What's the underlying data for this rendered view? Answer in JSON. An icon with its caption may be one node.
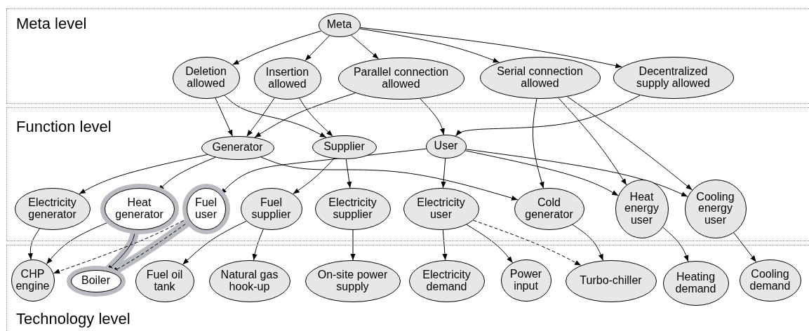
{
  "diagram": {
    "nodes": [
      {
        "text": [
          "Meta level"
        ]
      },
      {
        "text": [
          "Meta"
        ],
        "in": 0
      },
      {
        "text": [
          "Deletion allowed"
        ],
        "in": 0
      },
      {
        "text": [
          "Insertion allowed"
        ],
        "in": 0
      },
      {
        "text": [
          "Parallel connection allowed"
        ],
        "in": 0
      },
      {
        "text": [
          "Serial connection allowed"
        ],
        "in": 0
      },
      {
        "text": [
          "Decentralized supply allowed"
        ],
        "in": 0
      },
      {
        "text": [
          "Function level"
        ]
      },
      {
        "text": [
          "Generator"
        ],
        "in": 7
      },
      {
        "text": [
          "Supplier"
        ],
        "in": 7
      },
      {
        "text": [
          "User"
        ],
        "in": 7
      },
      {
        "text": [
          "Electricity generator"
        ],
        "in": 7
      },
      {
        "text": [
          "Heat generator"
        ],
        "in": 7
      },
      {
        "text": [
          "Fuel user"
        ],
        "in": 7
      },
      {
        "text": [
          "Fuel supplier"
        ],
        "in": 7
      },
      {
        "text": [
          "Electricity supplier"
        ],
        "in": 7
      },
      {
        "text": [
          "Electricity user"
        ],
        "in": 7
      },
      {
        "text": [
          "Cold generator"
        ],
        "in": 7
      },
      {
        "text": [
          "Heat energy user"
        ],
        "in": 7
      },
      {
        "text": [
          "Cooling energy user"
        ],
        "in": 7
      },
      {
        "text": [
          "Technology level"
        ]
      },
      {
        "text": [
          "CHP engine"
        ],
        "in": 20
      },
      {
        "text": [
          "Boiler"
        ],
        "in": 20
      },
      {
        "text": [
          "Fuel oil tank"
        ],
        "in": 20
      },
      {
        "text": [
          "Natural gas hook-up"
        ],
        "in": 20
      },
      {
        "text": [
          "On-site power supply"
        ],
        "in": 20
      },
      {
        "text": [
          "Electricity demand"
        ],
        "in": 20
      },
      {
        "text": [
          "Power input"
        ],
        "in": 20
      },
      {
        "text": [
          "Turbo-chiller"
        ],
        "in": 20
      },
      {
        "text": [
          "Heating demand"
        ],
        "in": 20
      },
      {
        "text": [
          "Cooling demand"
        ],
        "in": 20
      }
    ],
    "edges": [
      {
        "from": 1,
        "to": 2,
        "arrow": "to"
      },
      {
        "from": 1,
        "to": 3,
        "arrow": "to"
      },
      {
        "from": 1,
        "to": 4,
        "arrow": "to"
      },
      {
        "from": 1,
        "to": 5,
        "arrow": "to"
      },
      {
        "from": 1,
        "to": 6,
        "arrow": "to"
      },
      {
        "from": 2,
        "to": 8,
        "arrow": "to"
      },
      {
        "from": 2,
        "to": 9,
        "arrow": "to"
      },
      {
        "from": 3,
        "to": 8,
        "arrow": "to"
      },
      {
        "from": 3,
        "to": 9,
        "arrow": "to"
      },
      {
        "from": 4,
        "to": 8,
        "arrow": "to"
      },
      {
        "from": 4,
        "to": 10,
        "arrow": "to"
      },
      {
        "from": 5,
        "to": 17,
        "arrow": "to"
      },
      {
        "from": 5,
        "to": 18,
        "arrow": "to"
      },
      {
        "from": 5,
        "to": 19,
        "arrow": "to"
      },
      {
        "from": 6,
        "to": 10,
        "arrow": "to"
      },
      {
        "from": 8,
        "to": 11,
        "arrow": "to"
      },
      {
        "from": 8,
        "to": 12,
        "arrow": "to"
      },
      {
        "from": 8,
        "to": 17,
        "arrow": "to"
      },
      {
        "from": 9,
        "to": 14,
        "arrow": "to"
      },
      {
        "from": 9,
        "to": 15,
        "arrow": "to"
      },
      {
        "from": 10,
        "to": 13,
        "arrow": "to"
      },
      {
        "from": 10,
        "to": 16,
        "arrow": "to"
      },
      {
        "from": 10,
        "to": 18,
        "arrow": "to"
      },
      {
        "from": 10,
        "to": 19,
        "arrow": "to"
      },
      {
        "from": 11,
        "to": 21,
        "arrow": "to"
      },
      {
        "from": 12,
        "to": 21,
        "arrow": "to"
      },
      {
        "from": 12,
        "to": 22,
        "arrow": "to"
      },
      {
        "from": 13,
        "to": 21,
        "arrow": "to",
        "style": "dashed"
      },
      {
        "from": 13,
        "to": 22,
        "arrow": "to",
        "style": "dashed"
      },
      {
        "from": 14,
        "to": 23,
        "arrow": "to"
      },
      {
        "from": 14,
        "to": 24,
        "arrow": "to"
      },
      {
        "from": 15,
        "to": 25,
        "arrow": "to"
      },
      {
        "from": 16,
        "to": 26,
        "arrow": "to"
      },
      {
        "from": 16,
        "to": 27,
        "arrow": "to"
      },
      {
        "from": 16,
        "to": 28,
        "arrow": "to",
        "style": "dashed"
      },
      {
        "from": 17,
        "to": 28,
        "arrow": "to"
      },
      {
        "from": 18,
        "to": 29,
        "arrow": "to"
      },
      {
        "from": 19,
        "to": 30,
        "arrow": "to"
      }
    ]
  }
}
